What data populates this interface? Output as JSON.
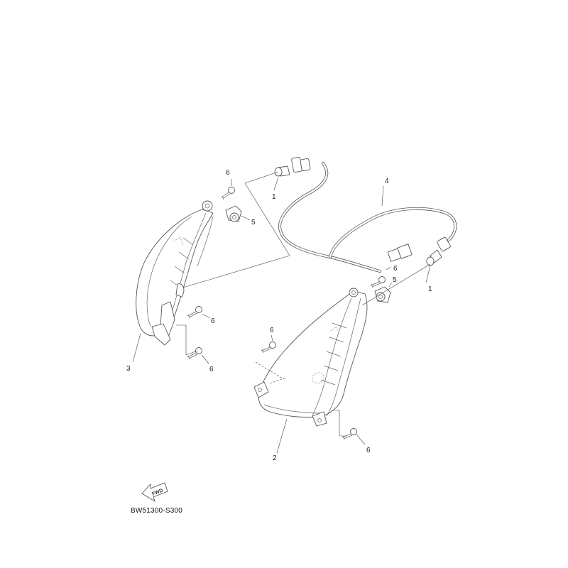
{
  "diagram": {
    "part_code": "BW51300-S300",
    "direction_label": "FWD",
    "callouts": [
      {
        "id": "bulb-top",
        "label": "1"
      },
      {
        "id": "bulb-right",
        "label": "1"
      },
      {
        "id": "flasher-right",
        "label": "2"
      },
      {
        "id": "flasher-left",
        "label": "3"
      },
      {
        "id": "lead-wire",
        "label": "4"
      },
      {
        "id": "grommet-left",
        "label": "5"
      },
      {
        "id": "grommet-right",
        "label": "5"
      },
      {
        "id": "screw-top-left",
        "label": "6"
      },
      {
        "id": "screw-left-mid",
        "label": "6"
      },
      {
        "id": "screw-left-low",
        "label": "6"
      },
      {
        "id": "screw-right-mid",
        "label": "6"
      },
      {
        "id": "screw-right-top",
        "label": "6"
      },
      {
        "id": "screw-right-low",
        "label": "6"
      }
    ]
  }
}
